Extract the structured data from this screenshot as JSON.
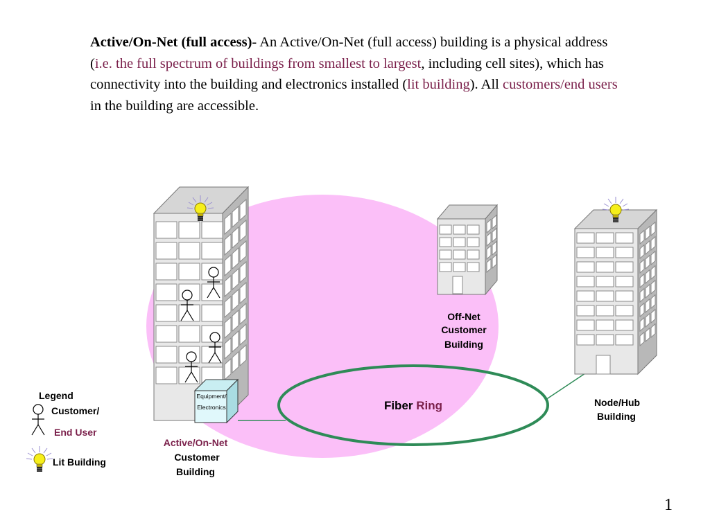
{
  "paragraph": {
    "term": "Active/On-Net (full access)",
    "seg1": "- An Active/On-Net (full access) building is a physical address (",
    "hl1": "i.e. the full spectrum of buildings from smallest to largest",
    "seg2": ", including cell sites), which has connectivity into the building and electronics installed (",
    "hl2": "lit building",
    "seg3": "). All ",
    "hl3": "customers/end users",
    "seg4": " in the building are accessible."
  },
  "labels": {
    "offnet": [
      "Off-Net",
      "Customer",
      "Building"
    ],
    "active": [
      "Active/On-Net",
      "Customer",
      "Building"
    ],
    "node": [
      "Node/Hub",
      "Building"
    ],
    "fiber_word": "Fiber",
    "ring_word": "Ring",
    "equipment": [
      "Equipment/",
      "Electronics"
    ]
  },
  "legend": {
    "title": "Legend",
    "customer": "Customer/",
    "end_user": "End User",
    "lit": "Lit Building"
  },
  "page_number": "1",
  "colors": {
    "highlight_text": "#7a1f4a",
    "coverage_area": "#fbbff8",
    "fiber_ring": "#2e8b57",
    "building_face": "#e8e8e8",
    "building_side": "#b8b8b8",
    "building_roof": "#d6d6d6",
    "equipment_box": "#e0f8fb",
    "bulb": "#f6ef1a"
  },
  "icons": [
    "lightbulb-icon",
    "person-icon",
    "building-icon"
  ]
}
